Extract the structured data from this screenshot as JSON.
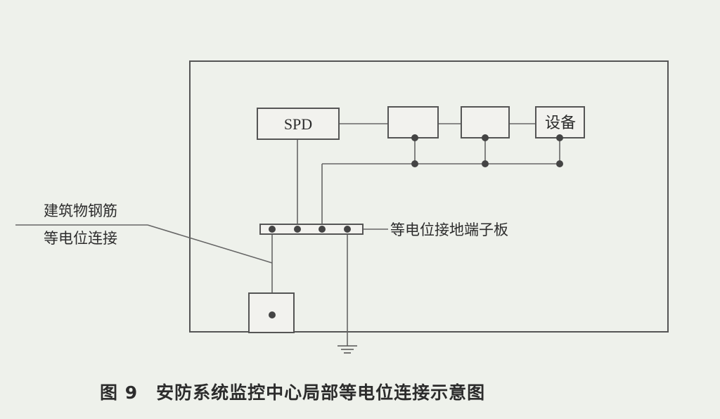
{
  "diagram": {
    "boxes": {
      "spd": "SPD",
      "device": "设备"
    },
    "labels": {
      "rebar_line1": "建筑物钢筋",
      "rebar_line2": "等电位连接",
      "terminal_board": "等电位接地端子板"
    },
    "caption": "图 9　安防系统监控中心局部等电位连接示意图"
  },
  "colors": {
    "background": "#eef1eb",
    "line": "#555555",
    "dot": "#444444",
    "box_fill": "#f2f2ee"
  }
}
